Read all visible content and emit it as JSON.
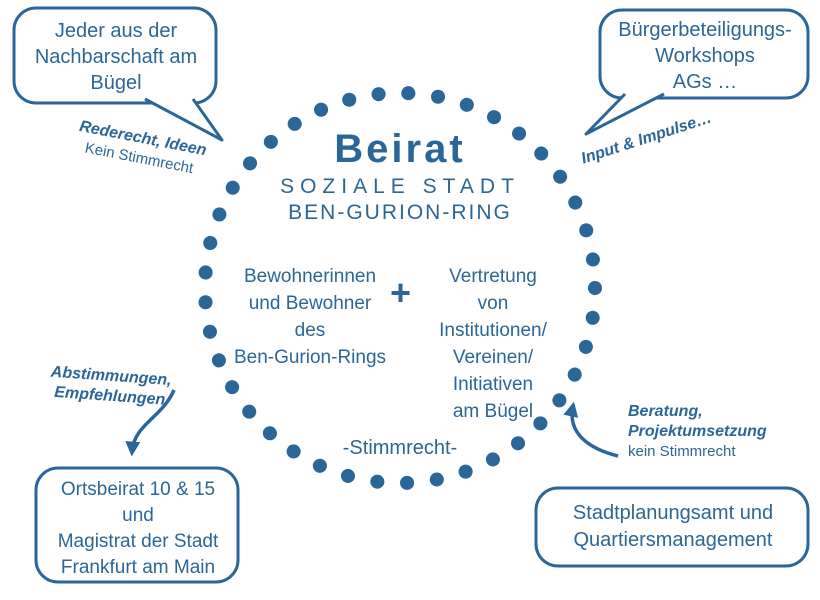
{
  "colors": {
    "blue": "#2b6699",
    "background": "#ffffff"
  },
  "ring": {
    "title": "Beirat",
    "subtitle_line1": "SOZIALE STADT",
    "subtitle_line2": "BEN-GURION-RING",
    "left_member_lines": [
      "Bewohnerinnen",
      "und Bewohner",
      "des",
      "Ben-Gurion-Rings"
    ],
    "plus_sign": "+",
    "right_member_lines": [
      "Vertretung",
      "von",
      "Institutionen/",
      "Vereinen/",
      "Initiativen",
      "am Bügel"
    ],
    "voting_note": "-Stimmrecht-"
  },
  "bubbles": {
    "top_left": {
      "lines": [
        "Jeder aus der",
        "Nachbarschaft am",
        "Bügel"
      ]
    },
    "top_right": {
      "lines": [
        "Bürgerbeteiligungs-",
        "Workshops",
        "AGs …"
      ]
    },
    "bottom_left": {
      "lines": [
        "Ortsbeirat 10 & 15",
        "und",
        "Magistrat der Stadt",
        "Frankfurt am Main"
      ]
    },
    "bottom_right": {
      "lines": [
        "Stadtplanungsamt und",
        "Quartiersmanagement"
      ]
    }
  },
  "annotations": {
    "top_left": {
      "emphasis": "Rederecht, Ideen",
      "note": "Kein Stimmrecht"
    },
    "top_right": {
      "emphasis": "Input & Impulse…"
    },
    "bottom_left": {
      "emphasis_line1": "Abstimmungen,",
      "emphasis_line2": "Empfehlungen"
    },
    "bottom_right": {
      "emphasis_line1": "Beratung,",
      "emphasis_line2": "Projektumsetzung",
      "note": "kein Stimmrecht"
    }
  }
}
